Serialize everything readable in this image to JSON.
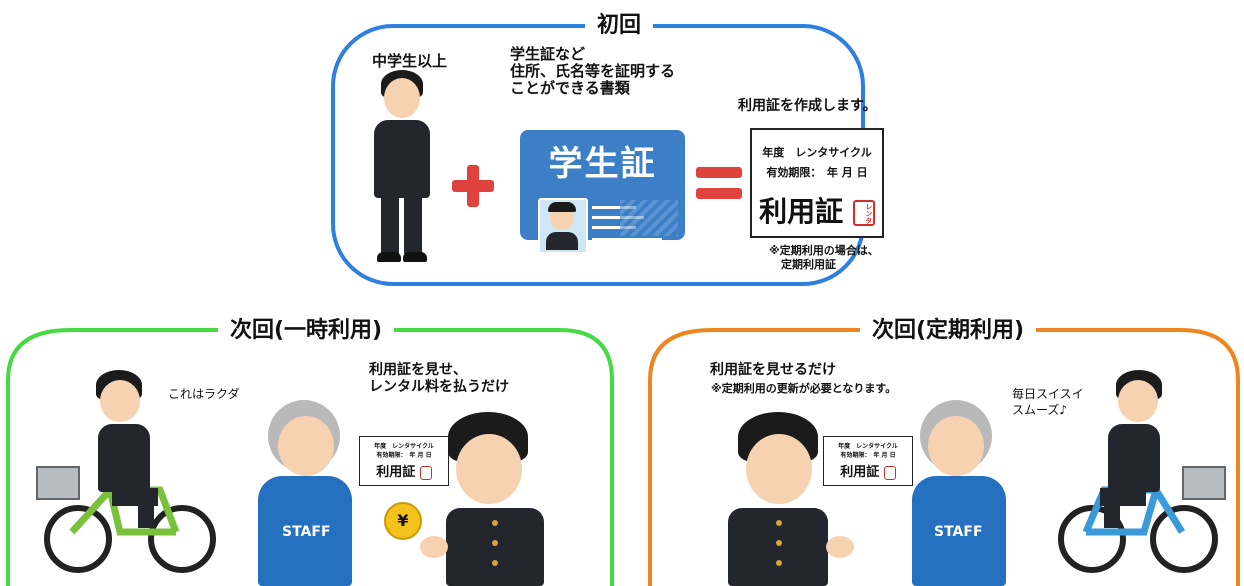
{
  "top": {
    "title": "初回",
    "eligibility": "中学生以上",
    "documents": "学生証など\n住所、氏名等を証明する\nことができる書類",
    "result": "利用証を作成します。",
    "card_title": "学生証",
    "note_line1": "※定期利用の場合は、",
    "note_line2": "定期利用証"
  },
  "certificate_large": {
    "line1": "年度　レンタサイクル",
    "line2": "有効期限：　年 月 日",
    "title": "利用証",
    "seal": "レンタ"
  },
  "left_panel": {
    "title": "次回(一時利用)",
    "speech": "これはラクダ",
    "instruction": "利用証を見せ、\nレンタル料を払うだけ",
    "yen": "¥",
    "staff_label": "STAFF"
  },
  "right_panel": {
    "title": "次回(定期利用)",
    "instruction": "利用証を見せるだけ",
    "note": "※定期利用の更新が必要となります。",
    "speech": "毎日スイスイ\nスムーズ♪",
    "staff_label": "STAFF"
  },
  "certificate_small": {
    "line1": "年度　レンタサイクル",
    "line2": "有効期限：　年 月 日",
    "title": "利用証"
  },
  "colors": {
    "top_frame": "#2f7fe0",
    "left_frame": "#45d945",
    "right_frame": "#f0841e",
    "plus_equals": "#e0433e"
  }
}
